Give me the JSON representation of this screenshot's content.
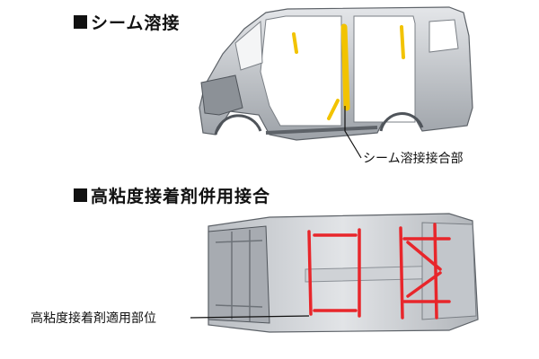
{
  "sections": [
    {
      "heading": "シーム溶接",
      "callout": "シーム溶接接合部"
    },
    {
      "heading": "高粘度接着剤併用接合",
      "callout": "高粘度接着剤適用部位"
    }
  ],
  "colors": {
    "seam_weld": "#f2c300",
    "adhesive": "#e8262b",
    "body_metal": "#c9ccd0",
    "body_dark": "#6d7278"
  }
}
